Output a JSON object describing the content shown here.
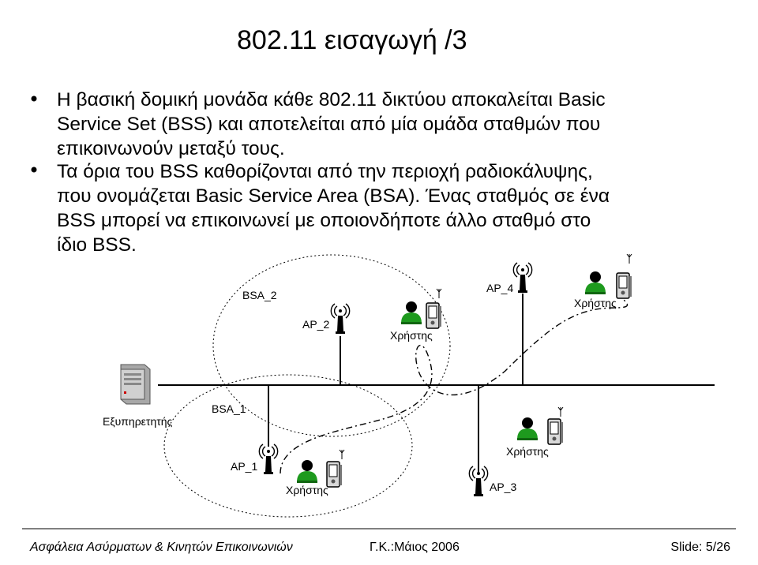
{
  "slide": {
    "title": "802.11 εισαγωγή /3",
    "bullets": [
      {
        "lines": [
          "Η βασική δομική μονάδα κάθε 802.11 δικτύου αποκαλείται Basic",
          "Service Set (BSS) και αποτελείται από μία ομάδα σταθμών που",
          "επικοινωνούν μεταξύ τους."
        ]
      },
      {
        "lines": [
          "Τα όρια του BSS καθορίζονται από την περιοχή ραδιοκάλυψης,",
          "που ονομάζεται Basic Service Area (BSA). Ένας σταθμός σε ένα",
          "BSS μπορεί να επικοινωνεί με οποιονδήποτε άλλο σταθμό στο",
          "ίδιο BSS."
        ]
      }
    ]
  },
  "diagram": {
    "bsa2_label": "BSA_2",
    "bsa1_label": "BSA_1",
    "ap2_label": "AP_2",
    "ap4_label": "AP_4",
    "ap1_label": "AP_1",
    "ap3_label": "AP_3",
    "user_label_1": "Χρήστης",
    "user_label_2": "Χρήστης",
    "user_label_3": "Χρήστης",
    "user_label_4": "Χρήστης",
    "server_label": "Εξυπηρετητής"
  },
  "footer": {
    "course": "Ασφάλεια Ασύρματων & Κινητών Επικοινωνιών",
    "author_date": "Γ.Κ.:Μάιος 2006",
    "slide_number": "Slide: 5/26"
  },
  "icons": [
    "bullet-icon",
    "access-point-icon",
    "user-icon",
    "pda-icon",
    "antenna-icon",
    "server-icon"
  ],
  "colors": {
    "user_green": "#1e9a1e",
    "line": "#000000",
    "footer_rule": "#000000"
  }
}
